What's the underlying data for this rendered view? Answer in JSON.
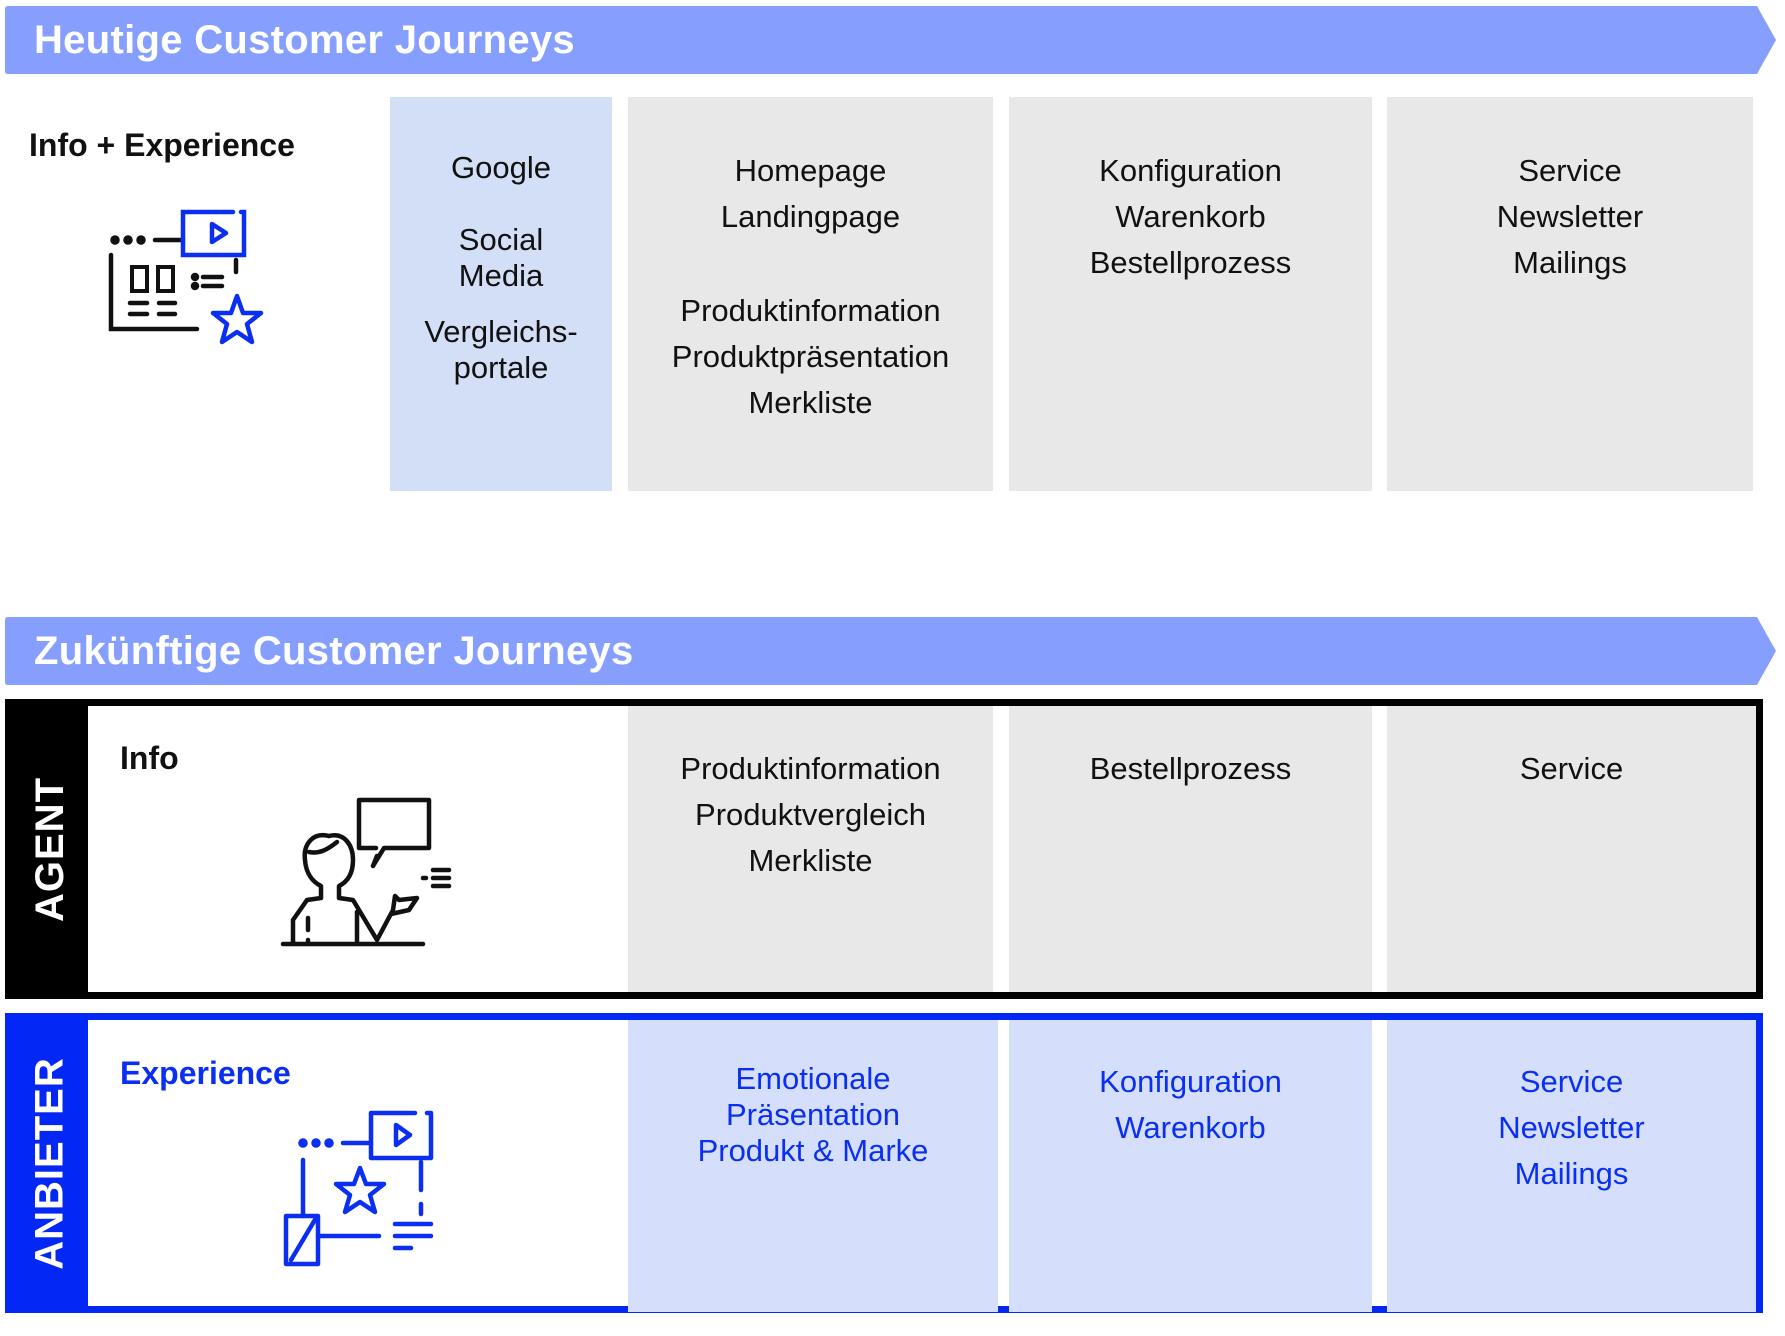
{
  "colors": {
    "banner": "#869ffe",
    "accent_blue": "#0327f5",
    "light_blue_today": "#d3dff7",
    "light_blue_future": "#d5defb",
    "gray": "#e8e8e8",
    "black": "#000000"
  },
  "today": {
    "banner_title": "Heutige Customer Journeys",
    "label": "Info + Experience",
    "icon": "content-video-star-icon",
    "columns": [
      {
        "groups": [
          [
            "Google"
          ],
          [
            "Social",
            "Media"
          ],
          [
            "Vergleichs-",
            "portale"
          ]
        ]
      },
      {
        "groups": [
          [
            "Homepage",
            "Landingpage"
          ],
          [
            "Produktinformation",
            "Produktpräsentation",
            "Merkliste"
          ]
        ]
      },
      {
        "groups": [
          [
            "Konfiguration",
            "Warenkorb",
            "Bestellprozess"
          ]
        ]
      },
      {
        "groups": [
          [
            "Service",
            "Newsletter",
            "Mailings"
          ]
        ]
      }
    ]
  },
  "future": {
    "banner_title": "Zukünftige Customer Journeys",
    "agent": {
      "side_label": "AGENT",
      "label": "Info",
      "icon": "presenter-speech-bubble-icon",
      "columns": [
        [
          "Produktinformation",
          "Produktvergleich",
          "Merkliste"
        ],
        [
          "Bestellprozess"
        ],
        [
          "Service"
        ]
      ]
    },
    "anbieter": {
      "side_label": "ANBIETER",
      "label": "Experience",
      "icon": "experience-media-icon",
      "columns": [
        [
          "Emotionale",
          "Präsentation",
          "Produkt & Marke"
        ],
        [
          "Konfiguration",
          "Warenkorb"
        ],
        [
          "Service",
          "Newsletter",
          "Mailings"
        ]
      ]
    }
  }
}
